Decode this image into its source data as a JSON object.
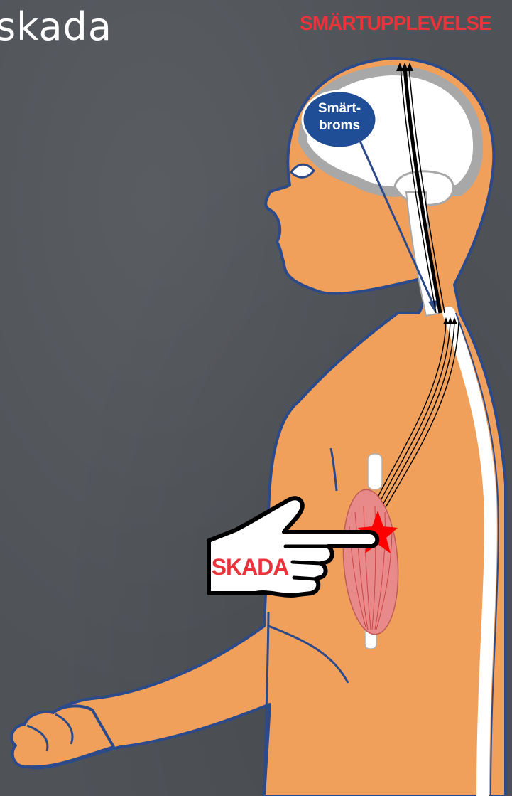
{
  "slide": {
    "title": "skada"
  },
  "diagram": {
    "top_label": "SMÄRTUPPLEVELSE",
    "brain_node_line1": "Smärt-",
    "brain_node_line2": "broms",
    "injury_label": "SKADA"
  },
  "colors": {
    "background": "#4f5358",
    "skin": "#f0a05a",
    "outline": "#2c4a8a",
    "brain": "#ffffff",
    "brain_rim": "#a8a8a8",
    "node_fill": "#1f4e96",
    "accent_red": "#e8343a",
    "muscle": "#e88a8a",
    "star": "#ff0000"
  },
  "icons": [
    "pointing-hand-icon",
    "injury-star-icon"
  ]
}
